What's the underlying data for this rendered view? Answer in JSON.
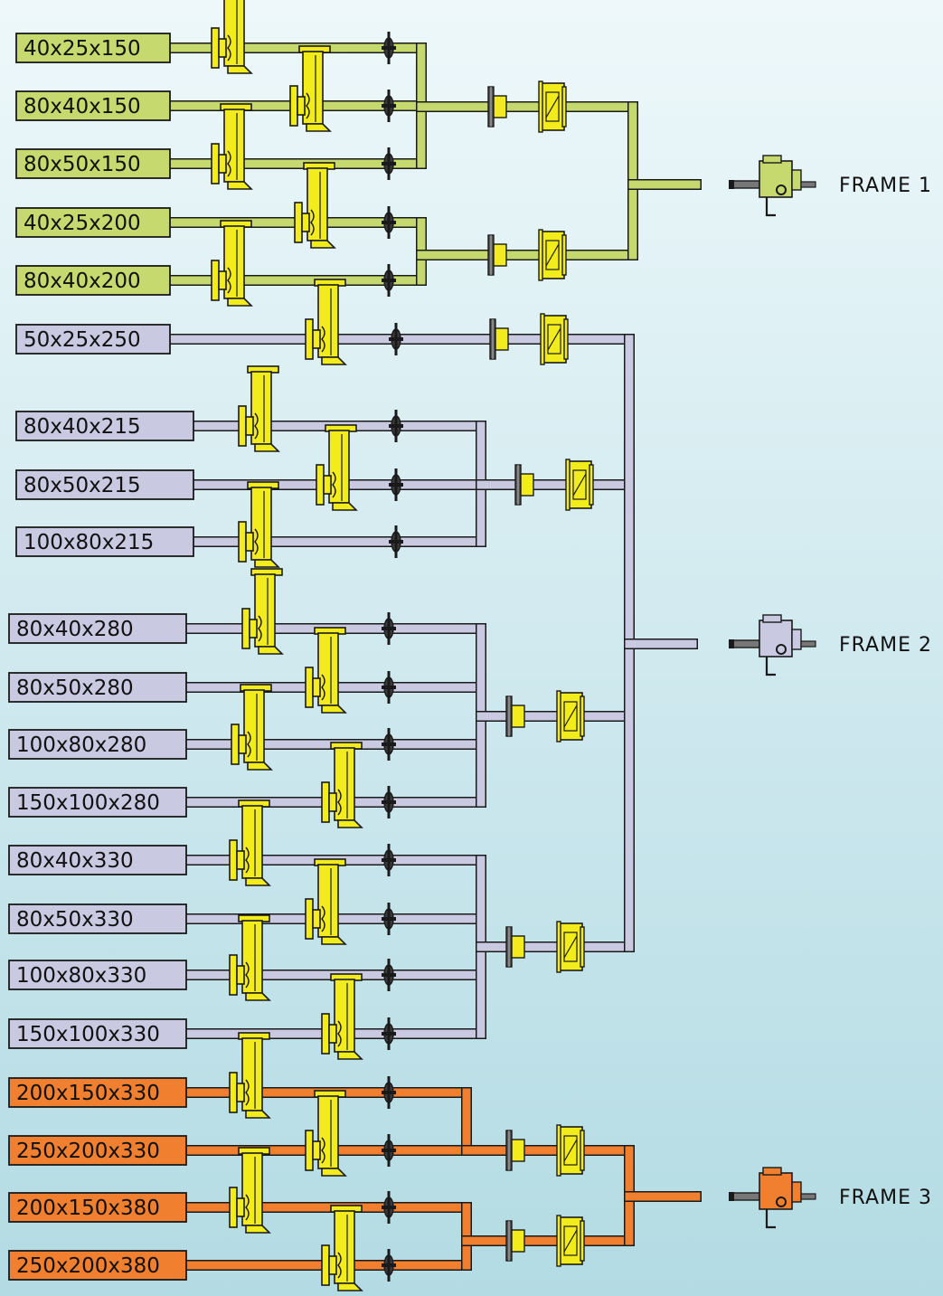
{
  "colors": {
    "frame1": "#c5d96f",
    "frame2": "#c9c9e2",
    "frame3": "#f08030",
    "component": "#f2ec1c",
    "outline": "#1a1a1a"
  },
  "frames": [
    {
      "id": "frame1",
      "label": "FRAME 1",
      "color": "#c5d96f",
      "groups": [
        {
          "models": [
            "40x25x150",
            "80x40x150",
            "80x50x150"
          ]
        },
        {
          "models": [
            "40x25x200",
            "80x40x200"
          ]
        }
      ]
    },
    {
      "id": "frame2",
      "label": "FRAME 2",
      "color": "#c9c9e2",
      "groups": [
        {
          "models": [
            "50x25x250"
          ]
        },
        {
          "models": [
            "80x40x215",
            "80x50x215",
            "100x80x215"
          ]
        },
        {
          "models": [
            "80x40x280",
            "80x50x280",
            "100x80x280",
            "150x100x280"
          ]
        },
        {
          "models": [
            "80x40x330",
            "80x50x330",
            "100x80x330",
            "150x100x330"
          ]
        }
      ]
    },
    {
      "id": "frame3",
      "label": "FRAME 3",
      "color": "#f08030",
      "groups": [
        {
          "models": [
            "200x150x330",
            "250x200x330"
          ]
        },
        {
          "models": [
            "200x150x380",
            "250x200x380"
          ]
        }
      ]
    }
  ],
  "icons": {
    "casing": "pump-casing-icon",
    "shaft": "shaft-sleeve-icon",
    "bearing": "bearing-icon",
    "coupling": "coupling-housing-icon",
    "frame": "bearing-frame-icon"
  }
}
